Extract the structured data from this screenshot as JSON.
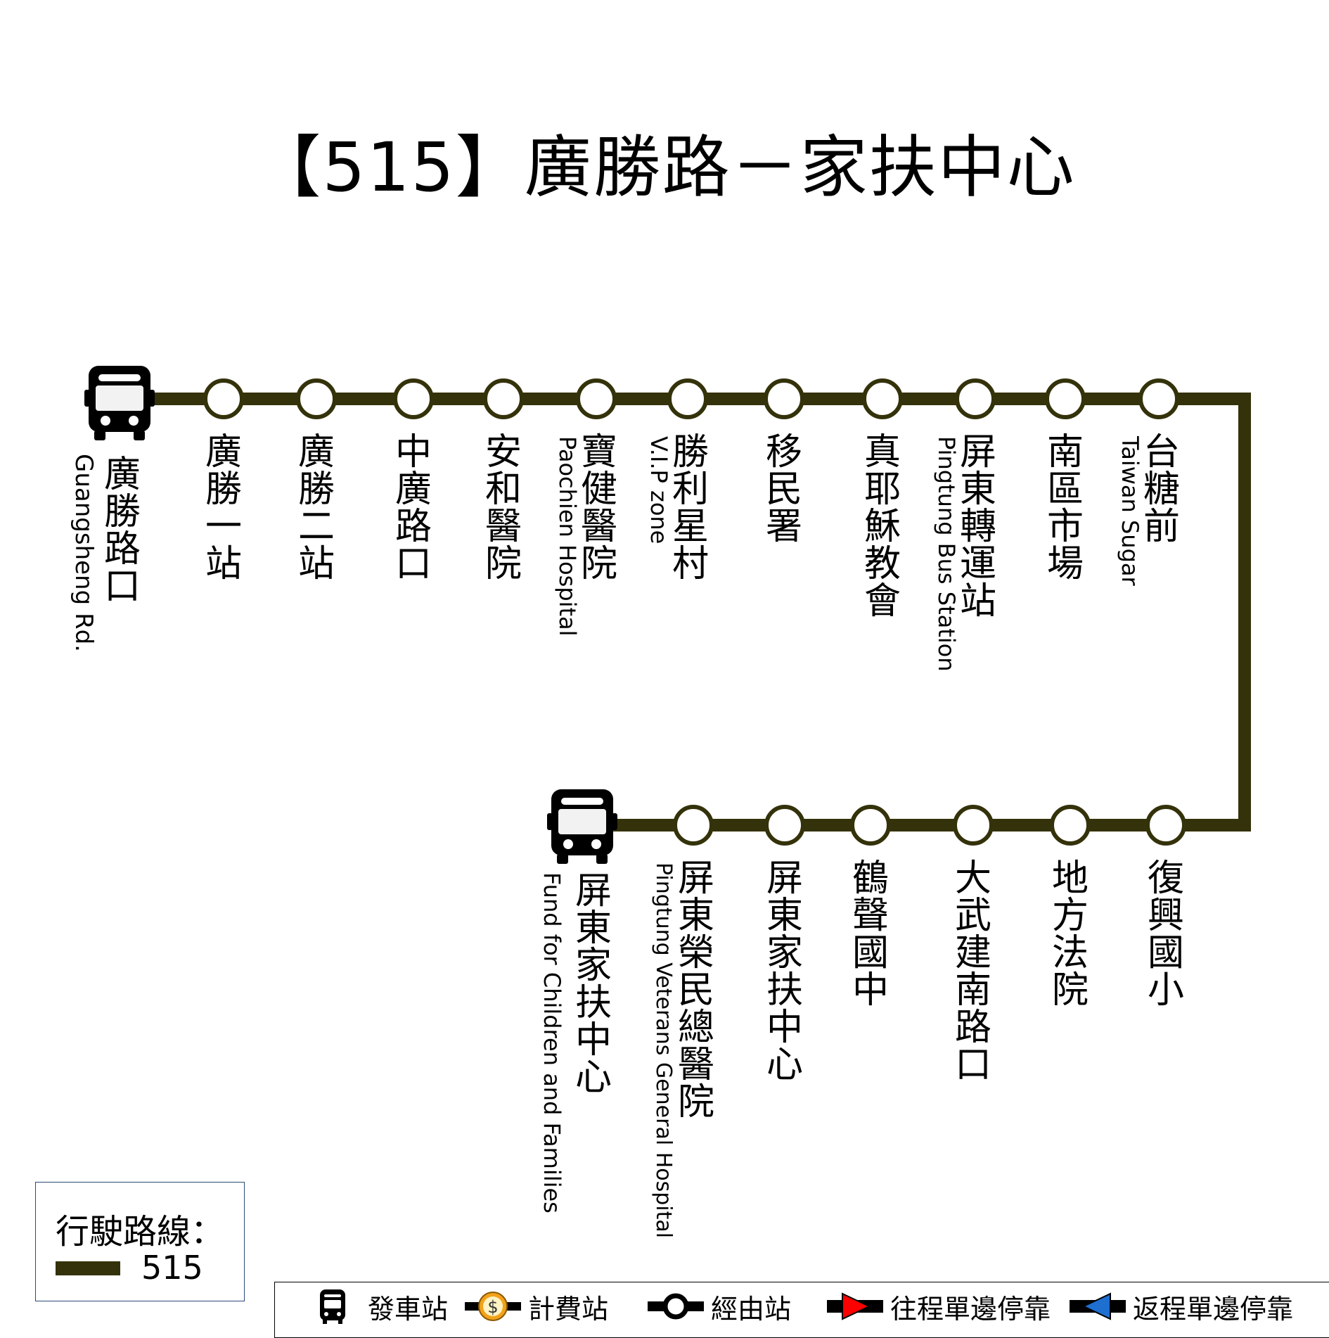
{
  "title": "【515】廣勝路－家扶中心",
  "colors": {
    "route": "#34320a",
    "terminal_icon": "#000000",
    "stop_fill": "#ffffff",
    "outbound": "#ff0000",
    "return": "#1e6fd0",
    "fare_coin": "#f2a21a"
  },
  "terminals": {
    "start": {
      "zh": "廣勝路口",
      "en": "Guangsheng Rd.",
      "icon": "bus-icon"
    },
    "end": {
      "zh": "屏東家扶中心",
      "en": "Fund for Children and Families",
      "icon": "bus-icon"
    }
  },
  "top_stops": [
    {
      "zh": "廣勝一站",
      "en": ""
    },
    {
      "zh": "廣勝二站",
      "en": ""
    },
    {
      "zh": "中廣路口",
      "en": ""
    },
    {
      "zh": "安和醫院",
      "en": ""
    },
    {
      "zh": "寶健醫院",
      "en": "Paochien Hospital"
    },
    {
      "zh": "勝利星村",
      "en": "V.I.P zone"
    },
    {
      "zh": "移民署",
      "en": ""
    },
    {
      "zh": "真耶穌教會",
      "en": ""
    },
    {
      "zh": "屏東轉運站",
      "en": "Pingtung Bus Station"
    },
    {
      "zh": "南區市場",
      "en": ""
    },
    {
      "zh": "台糖前",
      "en": "Taiwan Sugar"
    }
  ],
  "bottom_stops": [
    {
      "zh": "屏東榮民總醫院",
      "en": "Pingtung Veterans General Hospital"
    },
    {
      "zh": "屏東家扶中心",
      "en": ""
    },
    {
      "zh": "鶴聲國中",
      "en": ""
    },
    {
      "zh": "大武建南路口",
      "en": ""
    },
    {
      "zh": "地方法院",
      "en": ""
    },
    {
      "zh": "復興國小",
      "en": ""
    }
  ],
  "legend": {
    "title": "行駛路線：",
    "route": "515"
  },
  "key": [
    {
      "icon": "bus-icon",
      "label": "發車站"
    },
    {
      "icon": "fare-coin-icon",
      "label": "計費站"
    },
    {
      "icon": "stop-circle-icon",
      "label": "經由站"
    },
    {
      "icon": "outbound-arrow-icon",
      "label": "往程單邊停靠"
    },
    {
      "icon": "return-arrow-icon",
      "label": "返程單邊停靠"
    }
  ]
}
